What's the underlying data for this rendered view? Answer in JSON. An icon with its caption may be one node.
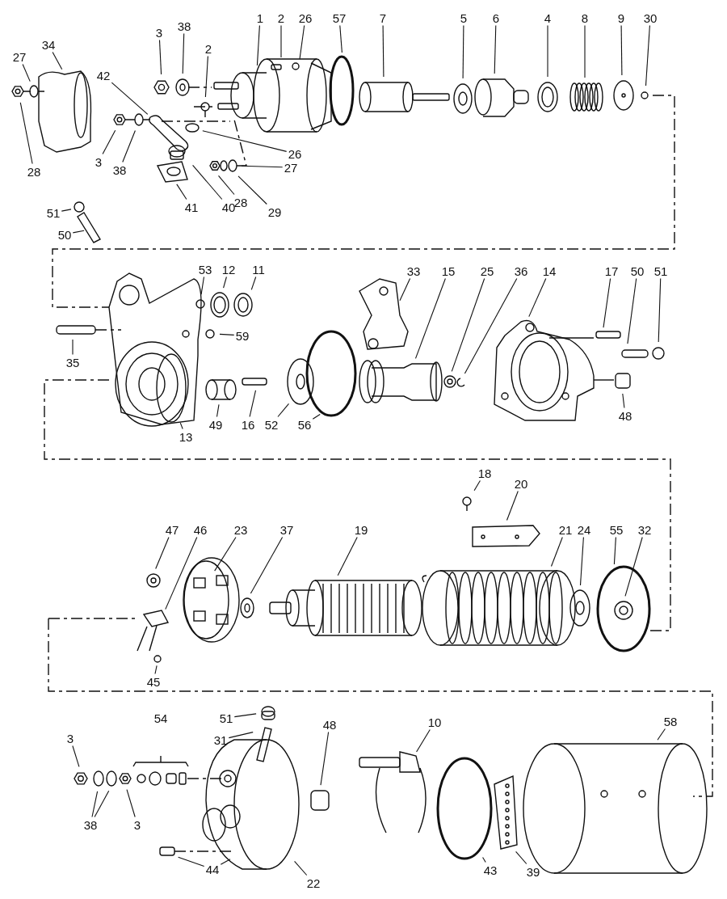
{
  "diagram": {
    "nodes": [
      {
        "text": [
          "3"
        ]
      },
      {
        "text": [
          "38"
        ]
      },
      {
        "text": [
          "2"
        ]
      },
      {
        "text": [
          "26"
        ]
      },
      {
        "text": [
          "1"
        ]
      },
      {
        "text": [
          "57"
        ]
      },
      {
        "text": [
          "7"
        ]
      },
      {
        "text": [
          "5"
        ]
      },
      {
        "text": [
          "6"
        ]
      },
      {
        "text": [
          "4"
        ]
      },
      {
        "text": [
          "8"
        ]
      },
      {
        "text": [
          "9"
        ]
      },
      {
        "text": [
          "30"
        ]
      },
      {
        "text": [
          "34"
        ]
      },
      {
        "text": [
          "27"
        ]
      },
      {
        "text": [
          "2"
        ]
      },
      {
        "text": [
          "42"
        ]
      },
      {
        "text": [
          "3"
        ]
      },
      {
        "text": [
          "38"
        ]
      },
      {
        "text": [
          "28"
        ]
      },
      {
        "text": [
          "26"
        ]
      },
      {
        "text": [
          "27"
        ]
      },
      {
        "text": [
          "28"
        ]
      },
      {
        "text": [
          "29"
        ]
      },
      {
        "text": [
          "41"
        ]
      },
      {
        "text": [
          "40"
        ]
      },
      {
        "text": [
          "51"
        ]
      },
      {
        "text": [
          "50"
        ]
      },
      {
        "text": [
          "53"
        ]
      },
      {
        "text": [
          "12"
        ]
      },
      {
        "text": [
          "11"
        ]
      },
      {
        "text": [
          "33"
        ]
      },
      {
        "text": [
          "15"
        ]
      },
      {
        "text": [
          "25"
        ]
      },
      {
        "text": [
          "36"
        ]
      },
      {
        "text": [
          "14"
        ]
      },
      {
        "text": [
          "17"
        ]
      },
      {
        "text": [
          "50"
        ]
      },
      {
        "text": [
          "51"
        ]
      },
      {
        "text": [
          "59"
        ]
      },
      {
        "text": [
          "35"
        ]
      },
      {
        "text": [
          "49"
        ]
      },
      {
        "text": [
          "16"
        ]
      },
      {
        "text": [
          "52"
        ]
      },
      {
        "text": [
          "56"
        ]
      },
      {
        "text": [
          "13"
        ]
      },
      {
        "text": [
          "48"
        ]
      },
      {
        "text": [
          "18"
        ]
      },
      {
        "text": [
          "20"
        ]
      },
      {
        "text": [
          "47"
        ]
      },
      {
        "text": [
          "46"
        ]
      },
      {
        "text": [
          "23"
        ]
      },
      {
        "text": [
          "37"
        ]
      },
      {
        "text": [
          "19"
        ]
      },
      {
        "text": [
          "21"
        ]
      },
      {
        "text": [
          "24"
        ]
      },
      {
        "text": [
          "55"
        ]
      },
      {
        "text": [
          "32"
        ]
      },
      {
        "text": [
          "45"
        ]
      },
      {
        "text": [
          "3"
        ]
      },
      {
        "text": [
          "38"
        ]
      },
      {
        "text": [
          "3"
        ]
      },
      {
        "text": [
          "51"
        ]
      },
      {
        "text": [
          "31"
        ]
      },
      {
        "text": [
          "48"
        ]
      },
      {
        "text": [
          "10"
        ]
      },
      {
        "text": [
          "58"
        ]
      },
      {
        "text": [
          "44"
        ]
      },
      {
        "text": [
          "22"
        ]
      },
      {
        "text": [
          "43"
        ]
      },
      {
        "text": [
          "39"
        ]
      }
    ],
    "edges": [
      {
        "from": 0,
        "to": null,
        "arrow": "none"
      },
      {
        "from": 1,
        "to": null,
        "arrow": "none"
      },
      {
        "from": 2,
        "to": null,
        "arrow": "none"
      },
      {
        "from": 3,
        "to": null,
        "arrow": "none"
      },
      {
        "from": 4,
        "to": null,
        "arrow": "none"
      },
      {
        "from": 5,
        "to": null,
        "arrow": "none"
      },
      {
        "from": 6,
        "to": null,
        "arrow": "none"
      },
      {
        "from": 7,
        "to": null,
        "arrow": "none"
      },
      {
        "from": 8,
        "to": null,
        "arrow": "none"
      },
      {
        "from": 9,
        "to": null,
        "arrow": "none"
      },
      {
        "from": 10,
        "to": null,
        "arrow": "none"
      },
      {
        "from": 11,
        "to": null,
        "arrow": "none"
      },
      {
        "from": 12,
        "to": null,
        "arrow": "none"
      },
      {
        "from": 13,
        "to": null,
        "arrow": "none"
      },
      {
        "from": 14,
        "to": null,
        "arrow": "none"
      },
      {
        "from": 15,
        "to": null,
        "arrow": "none"
      },
      {
        "from": 16,
        "to": null,
        "arrow": "none"
      },
      {
        "from": 17,
        "to": null,
        "arrow": "none"
      },
      {
        "from": 18,
        "to": null,
        "arrow": "none"
      },
      {
        "from": 19,
        "to": null,
        "arrow": "none"
      },
      {
        "from": 20,
        "to": null,
        "arrow": "none"
      },
      {
        "from": 21,
        "to": null,
        "arrow": "none"
      },
      {
        "from": 22,
        "to": null,
        "arrow": "none"
      },
      {
        "from": 23,
        "to": null,
        "arrow": "none"
      },
      {
        "from": 24,
        "to": null,
        "arrow": "none"
      },
      {
        "from": 25,
        "to": null,
        "arrow": "none"
      },
      {
        "from": 26,
        "to": null,
        "arrow": "none"
      },
      {
        "from": 27,
        "to": null,
        "arrow": "none"
      },
      {
        "from": 28,
        "to": null,
        "arrow": "none"
      },
      {
        "from": 29,
        "to": null,
        "arrow": "none"
      },
      {
        "from": 30,
        "to": null,
        "arrow": "none"
      },
      {
        "from": 31,
        "to": null,
        "arrow": "none"
      },
      {
        "from": 32,
        "to": null,
        "arrow": "none"
      },
      {
        "from": 33,
        "to": null,
        "arrow": "none"
      },
      {
        "from": 34,
        "to": null,
        "arrow": "none"
      },
      {
        "from": 35,
        "to": null,
        "arrow": "none"
      },
      {
        "from": 36,
        "to": null,
        "arrow": "none"
      },
      {
        "from": 37,
        "to": null,
        "arrow": "none"
      },
      {
        "from": 38,
        "to": null,
        "arrow": "none"
      },
      {
        "from": 39,
        "to": null,
        "arrow": "none"
      },
      {
        "from": 40,
        "to": null,
        "arrow": "none"
      },
      {
        "from": 41,
        "to": null,
        "arrow": "none"
      },
      {
        "from": 42,
        "to": null,
        "arrow": "none"
      },
      {
        "from": 43,
        "to": null,
        "arrow": "none"
      },
      {
        "from": 44,
        "to": null,
        "arrow": "none"
      },
      {
        "from": 45,
        "to": null,
        "arrow": "none"
      },
      {
        "from": 46,
        "to": null,
        "arrow": "none"
      },
      {
        "from": 47,
        "to": null,
        "arrow": "none"
      },
      {
        "from": 48,
        "to": null,
        "arrow": "none"
      },
      {
        "from": 49,
        "to": null,
        "arrow": "none"
      },
      {
        "from": 50,
        "to": null,
        "arrow": "none"
      },
      {
        "from": 51,
        "to": null,
        "arrow": "none"
      },
      {
        "from": 52,
        "to": null,
        "arrow": "none"
      },
      {
        "from": 53,
        "to": null,
        "arrow": "none"
      },
      {
        "from": 54,
        "to": null,
        "arrow": "none"
      },
      {
        "from": 55,
        "to": null,
        "arrow": "none"
      },
      {
        "from": 56,
        "to": null,
        "arrow": "none"
      },
      {
        "from": 57,
        "to": null,
        "arrow": "none"
      },
      {
        "from": 58,
        "to": null,
        "arrow": "none"
      },
      {
        "from": 59,
        "to": null,
        "arrow": "none"
      },
      {
        "from": 60,
        "to": null,
        "arrow": "none"
      },
      {
        "from": 60,
        "to": null,
        "arrow": "none"
      },
      {
        "from": 61,
        "to": null,
        "arrow": "none"
      },
      {
        "from": 62,
        "to": null,
        "arrow": "none"
      },
      {
        "from": 63,
        "to": null,
        "arrow": "none"
      },
      {
        "from": 64,
        "to": null,
        "arrow": "none"
      },
      {
        "from": 65,
        "to": null,
        "arrow": "none"
      },
      {
        "from": 66,
        "to": null,
        "arrow": "none"
      },
      {
        "from": 67,
        "to": null,
        "arrow": "none"
      },
      {
        "from": 67,
        "to": null,
        "arrow": "none"
      },
      {
        "from": 68,
        "to": null,
        "arrow": "none"
      },
      {
        "from": 69,
        "to": null,
        "arrow": "none"
      },
      {
        "from": 70,
        "to": null,
        "arrow": "none"
      }
    ],
    "labels": [
      "54"
    ]
  }
}
